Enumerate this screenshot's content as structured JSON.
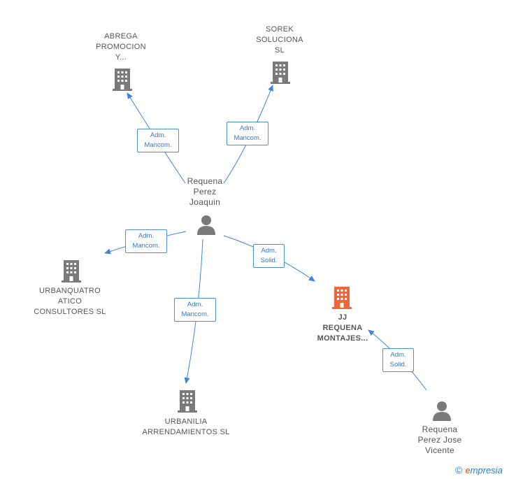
{
  "colors": {
    "edge": "#3d85d6",
    "company": "#7a7a7a",
    "focus_company": "#f0663a",
    "person": "#7a7a7a",
    "label_border": "#4a8fd8",
    "label_text": "#2f7bd1"
  },
  "nodes": {
    "abrega": {
      "lines": [
        "ABREGA",
        "PROMOCION",
        "Y..."
      ],
      "icon": "building-icon"
    },
    "sorek": {
      "lines": [
        "SOREK",
        "SOLUCIONA",
        "SL"
      ],
      "icon": "building-icon"
    },
    "urbanquatro": {
      "lines": [
        "URBANQUATRO",
        "ATICO",
        "CONSULTORES SL"
      ],
      "icon": "building-icon"
    },
    "jj": {
      "lines": [
        "JJ",
        "REQUENA",
        "MONTAJES..."
      ],
      "icon": "building-icon"
    },
    "urbanilia": {
      "lines": [
        "URBANILIA",
        "ARRENDAMIENTOS SL"
      ],
      "icon": "building-icon"
    },
    "joaquin": {
      "lines": [
        "Requena",
        "Perez",
        "Joaquin"
      ],
      "icon": "person-icon"
    },
    "vicente": {
      "lines": [
        "Requena",
        "Perez Jose",
        "Vicente"
      ],
      "icon": "person-icon"
    }
  },
  "edges": {
    "e1": {
      "lines": [
        "Adm.",
        "Mancom."
      ]
    },
    "e2": {
      "lines": [
        "Adm.",
        "Mancom."
      ]
    },
    "e3": {
      "lines": [
        "Adm.",
        "Mancom."
      ]
    },
    "e4": {
      "lines": [
        "Adm.",
        "Solid."
      ]
    },
    "e5": {
      "lines": [
        "Adm.",
        "Mancom."
      ]
    },
    "e6": {
      "lines": [
        "Adm.",
        "Solid."
      ]
    }
  },
  "brand": {
    "copyright": "©",
    "initial": "e",
    "rest": "mpresia"
  }
}
